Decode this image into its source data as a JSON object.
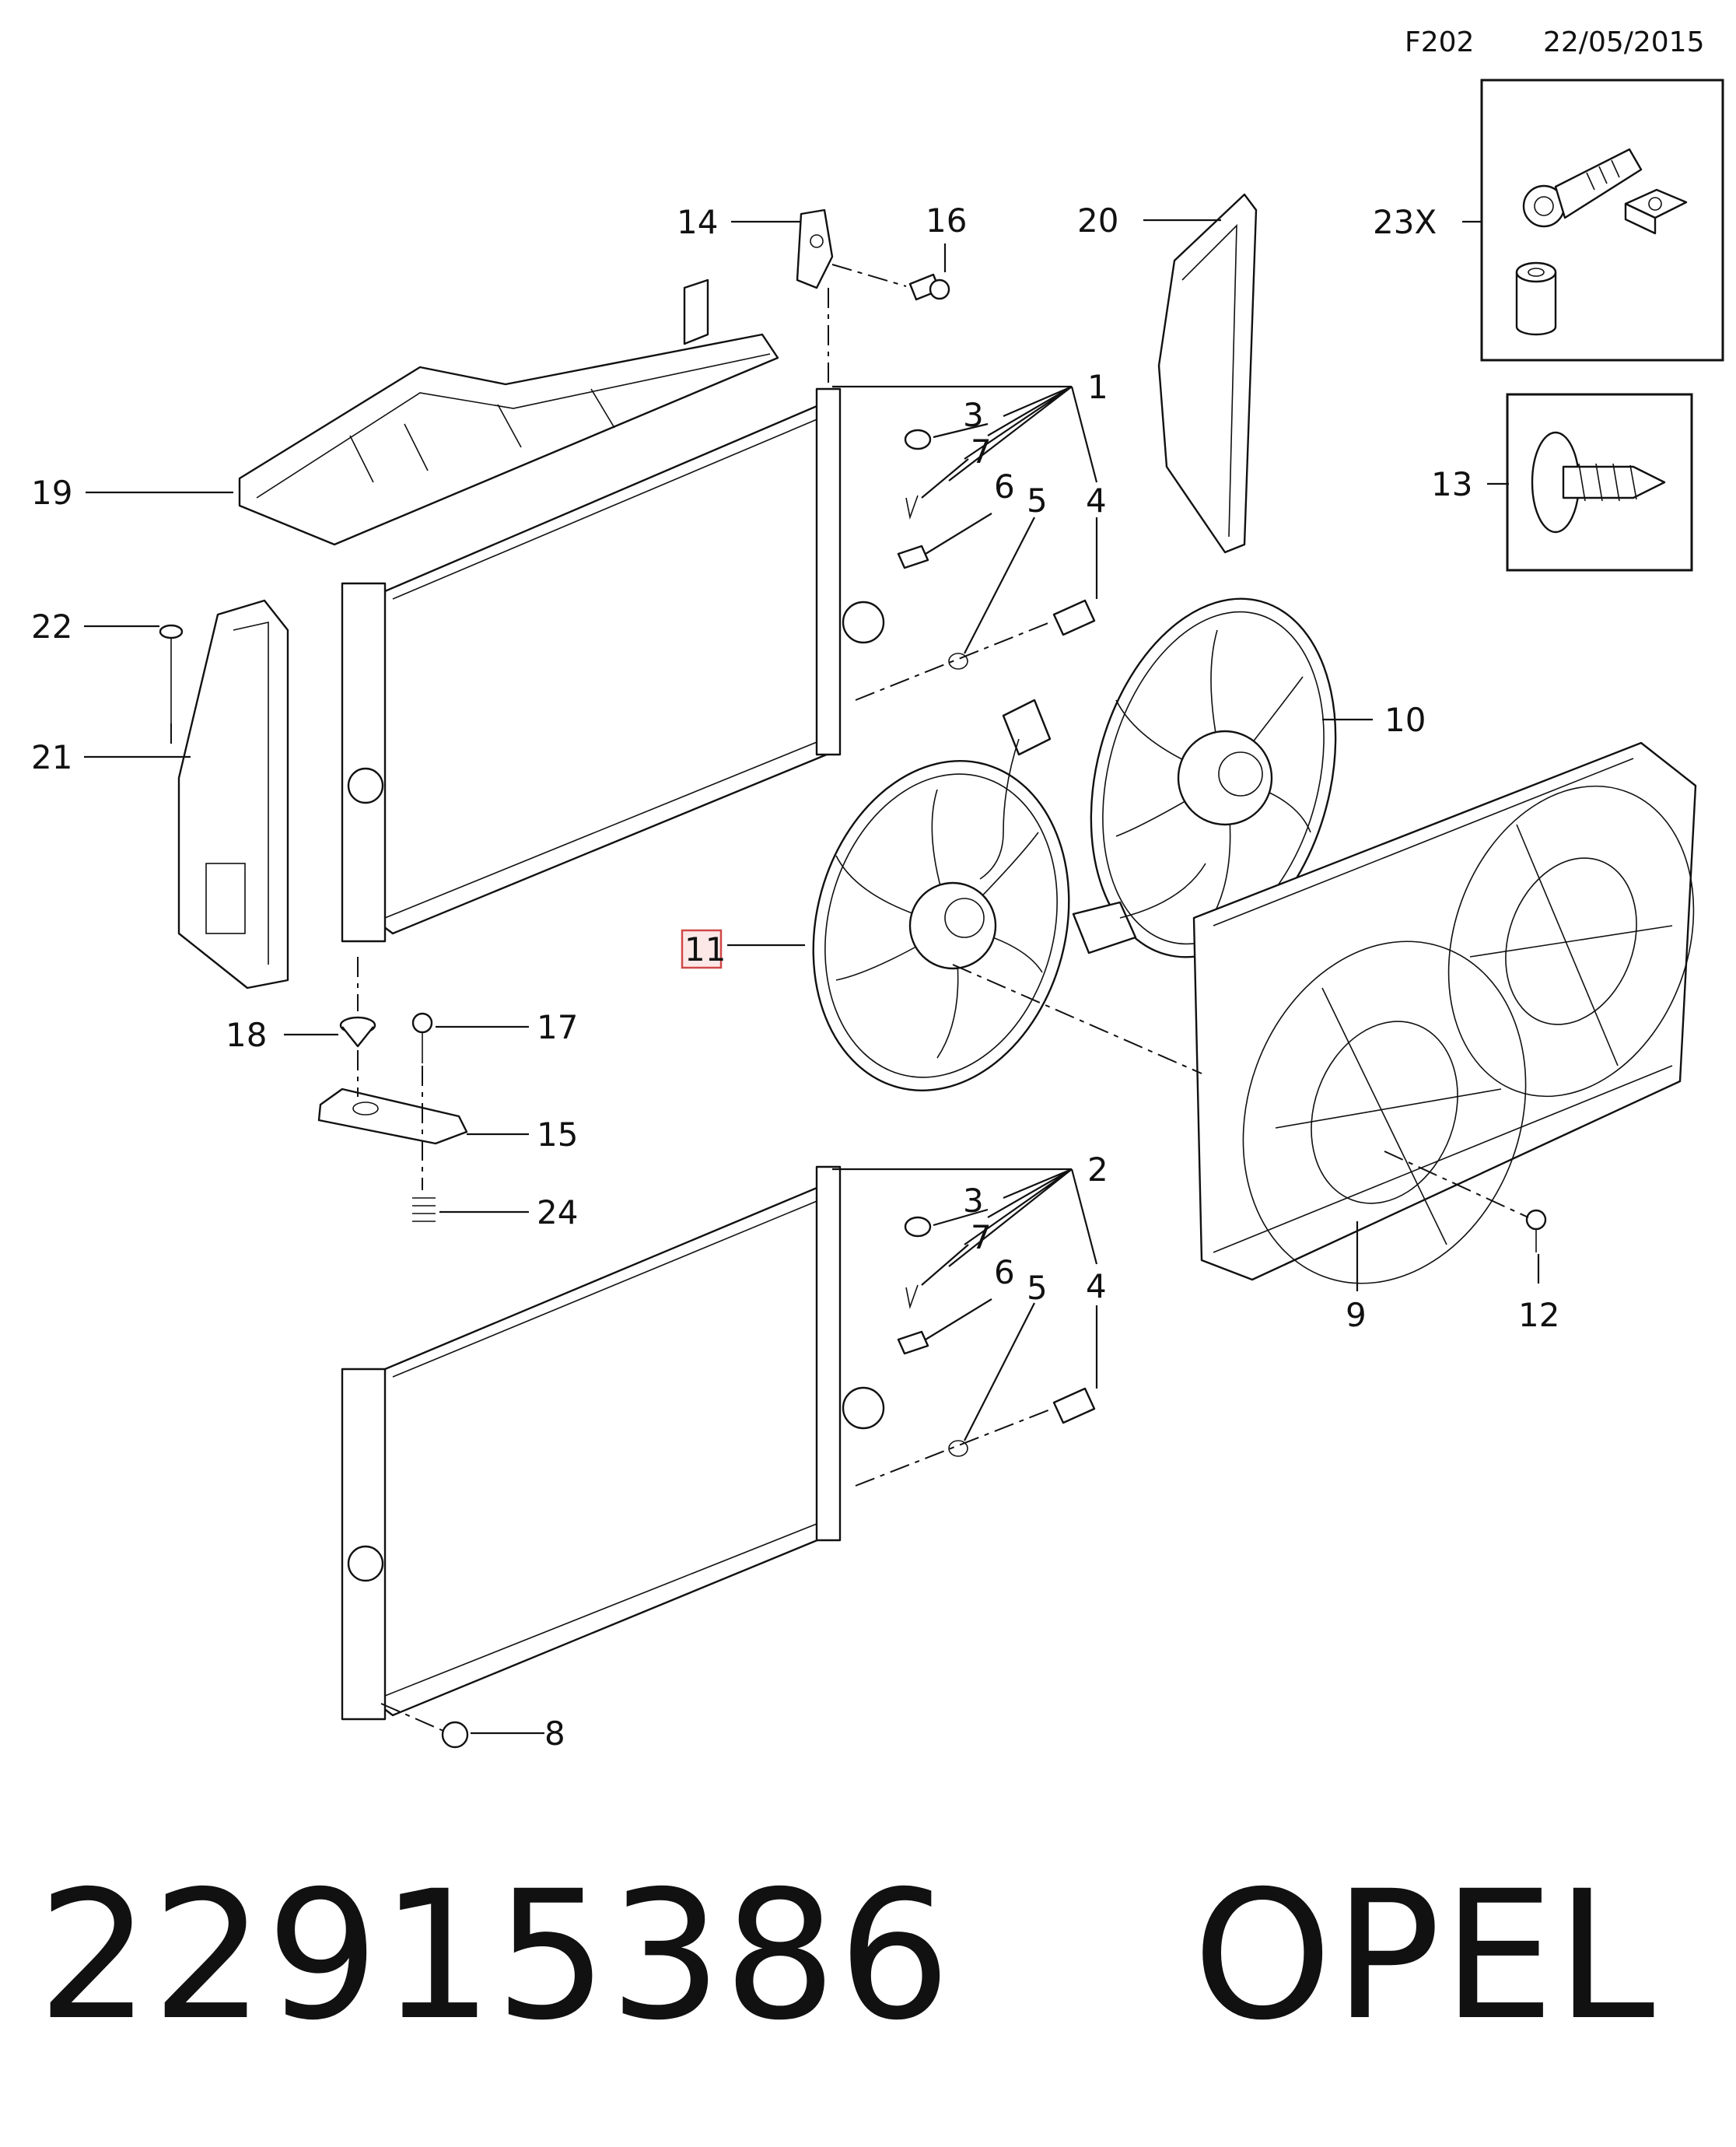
{
  "header": {
    "code": "F202",
    "date": "22/05/2015"
  },
  "callouts": {
    "c1": "1",
    "c2": "2",
    "c3a": "3",
    "c3b": "3",
    "c4a": "4",
    "c4b": "4",
    "c5a": "5",
    "c5b": "5",
    "c6a": "6",
    "c6b": "6",
    "c7a": "7",
    "c7b": "7",
    "c8": "8",
    "c9": "9",
    "c10": "10",
    "c11": "11",
    "c12": "12",
    "c13": "13",
    "c14": "14",
    "c15": "15",
    "c16": "16",
    "c17": "17",
    "c18": "18",
    "c19": "19",
    "c20": "20",
    "c21": "21",
    "c22": "22",
    "c23x": "23X",
    "c24": "24"
  },
  "footer": {
    "part_number": "22915386",
    "brand": "OPEL"
  }
}
